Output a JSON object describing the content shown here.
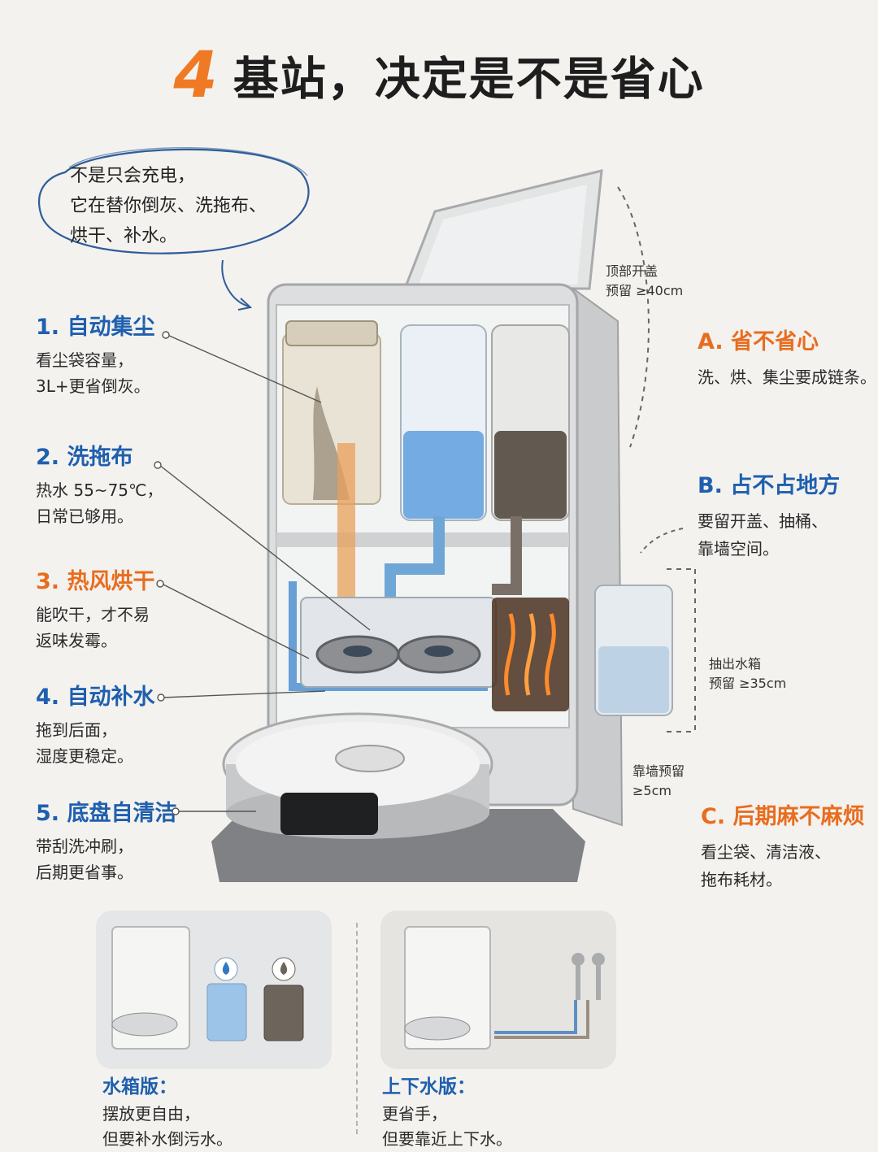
{
  "title": {
    "number": "4",
    "text": "基站，决定是不是省心"
  },
  "bubble": {
    "lines": [
      "不是只会充电，",
      "它在替你倒灰、洗拖布、",
      "烘干、补水。"
    ]
  },
  "features": [
    {
      "title": "1. 自动集尘",
      "lines": [
        "看尘袋容量，",
        "3L+更省倒灰。"
      ],
      "color": "#1f5fae"
    },
    {
      "title": "2. 洗拖布",
      "lines": [
        "热水 55~75℃，",
        "日常已够用。"
      ],
      "color": "#1f5fae"
    },
    {
      "title": "3. 热风烘干",
      "lines": [
        "能吹干，才不易",
        "返味发霉。"
      ],
      "color": "#e86d1f"
    },
    {
      "title": "4. 自动补水",
      "lines": [
        "拖到后面，",
        "湿度更稳定。"
      ],
      "color": "#1f5fae"
    },
    {
      "title": "5. 底盘自清洁",
      "lines": [
        "带刮洗冲刷，",
        "后期更省事。"
      ],
      "color": "#1f5fae"
    }
  ],
  "considerations": [
    {
      "title": "A. 省不省心",
      "lines": [
        "洗、烘、集尘要成链条。"
      ],
      "color": "#e86d1f"
    },
    {
      "title": "B. 占不占地方",
      "lines": [
        "要留开盖、抽桶、",
        "靠墙空间。"
      ],
      "color": "#1f5fae"
    },
    {
      "title": "C. 后期麻不麻烦",
      "lines": [
        "看尘袋、清洁液、",
        "拖布耗材。"
      ],
      "color": "#e86d1f"
    }
  ],
  "dimensions": {
    "top": [
      "顶部开盖",
      "预留 ≥40cm"
    ],
    "side": [
      "抽出水箱",
      "预留 ≥35cm"
    ],
    "wall": [
      "靠墙预留",
      "≥5cm"
    ]
  },
  "versions": [
    {
      "title": "水箱版：",
      "lines": [
        "摆放更自由，",
        "但要补水倒污水。"
      ]
    },
    {
      "title": "上下水版：",
      "lines": [
        "更省手，",
        "但要靠近上下水。"
      ]
    }
  ],
  "colors": {
    "accent": "#ef7a23",
    "blue": "#1f5fae",
    "orange": "#e86d1f",
    "background": "#f3f2ef"
  }
}
